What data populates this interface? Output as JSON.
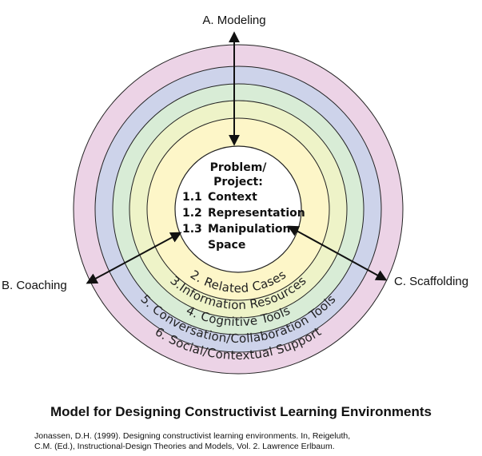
{
  "labels": {
    "modeling": "A. Modeling",
    "coaching": "B. Coaching",
    "scaffolding": "C. Scaffolding"
  },
  "center": {
    "line1": "Problem/",
    "line2": "Project:",
    "items": [
      {
        "num": "1.1",
        "text": "Context"
      },
      {
        "num": "1.2",
        "text": "Representation"
      },
      {
        "num": "1.3",
        "text": "Manipulation"
      }
    ],
    "line_last": "Space"
  },
  "rings": [
    {
      "label": "2. Related Cases",
      "color": "#fdf6c8"
    },
    {
      "label": "3.Information Resources",
      "color": "#eef3c8"
    },
    {
      "label": "4. Cognitive Tools",
      "color": "#d8ecd6"
    },
    {
      "label": "5. Conversation/Collaboration Tools",
      "color": "#cdd3ea"
    },
    {
      "label": "6. Social/Contextual Support",
      "color": "#ecd3e6"
    }
  ],
  "title": "Model for Designing Constructivist Learning Environments",
  "citation": {
    "line1": "Jonassen, D.H. (1999). Designing constructivist learning environments. In, Reigeluth,",
    "line2": "C.M. (Ed.), Instructional-Design Theories and Models, Vol. 2. Lawrence Erlbaum."
  }
}
